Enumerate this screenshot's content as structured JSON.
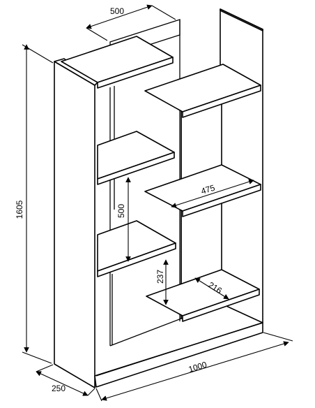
{
  "dimensions": {
    "depth_top": "500",
    "height_total": "1605",
    "depth_base": "250",
    "width_total": "1000",
    "shelf_width": "475",
    "shelf_gap_large": "500",
    "shelf_gap_small": "237",
    "shelf_depth_small": "216"
  }
}
